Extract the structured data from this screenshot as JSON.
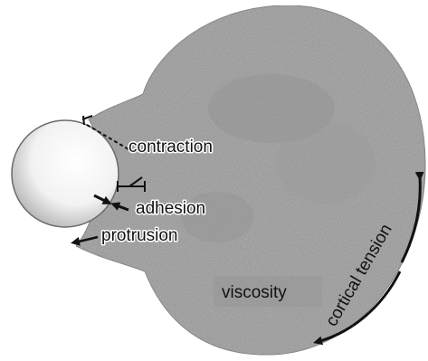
{
  "diagram": {
    "labels": {
      "contraction": "contraction",
      "adhesion": "adhesion",
      "protrusion": "protrusion",
      "viscosity": "viscosity",
      "cortical_tension": "cortical tension"
    },
    "colors": {
      "cell_fill": "#a9a9a9",
      "cell_texture_light": "#c2c2c2",
      "cell_texture_dark": "#8f8f8f",
      "label_box": "#9a9a9a",
      "arrow": "#111111",
      "bead_highlight": "#ffffff",
      "bead_shadow": "#7f7f7f"
    }
  }
}
